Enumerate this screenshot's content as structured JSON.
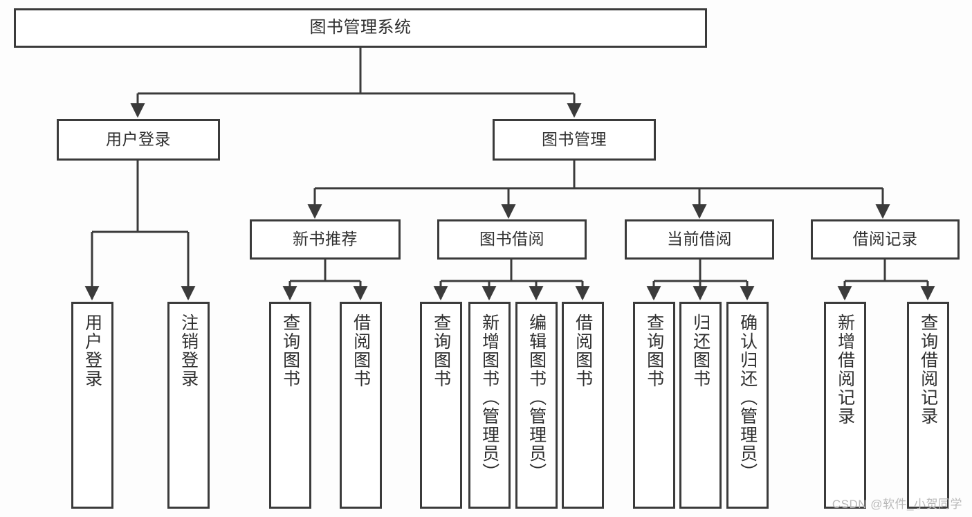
{
  "diagram": {
    "title": "图书管理系统",
    "watermark": "CSDN @软件_小贺同学",
    "colors": {
      "line": "#3b3b3b",
      "box_fill": "#ffffff",
      "background": "#fdfdfd",
      "text": "#2f2f2f",
      "watermark": "#b9b9b9"
    },
    "root": {
      "label": "图书管理系统"
    },
    "level2": [
      {
        "label": "用户登录"
      },
      {
        "label": "图书管理"
      }
    ],
    "level3": [
      {
        "label": "新书推荐"
      },
      {
        "label": "图书借阅"
      },
      {
        "label": "当前借阅"
      },
      {
        "label": "借阅记录"
      }
    ],
    "leaves": {
      "user_login": [
        {
          "label": "用户登录"
        },
        {
          "label": "注销登录"
        }
      ],
      "new_book": [
        {
          "label": "查询图书"
        },
        {
          "label": "借阅图书"
        }
      ],
      "book_borrow": [
        {
          "label": "查询图书"
        },
        {
          "label": "新增图书（管理员）"
        },
        {
          "label": "编辑图书（管理员）"
        },
        {
          "label": "借阅图书"
        }
      ],
      "current_borrow": [
        {
          "label": "查询图书"
        },
        {
          "label": "归还图书"
        },
        {
          "label": "确认归还（管理员）"
        }
      ],
      "borrow_record": [
        {
          "label": "新增借阅记录"
        },
        {
          "label": "查询借阅记录"
        }
      ]
    }
  }
}
